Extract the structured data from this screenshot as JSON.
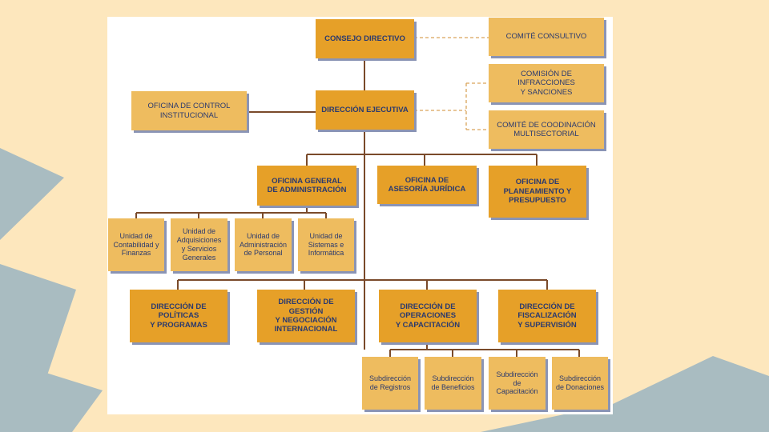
{
  "chart": {
    "colors": {
      "background": "#fde7bd",
      "shape": "#a9bcc1",
      "dark_box": "#e6a028",
      "light_box": "#eebc5f",
      "text": "#2b3a6e",
      "line": "#7a4a2a",
      "dashed": "#d9a45a"
    },
    "nodes": {
      "consejo": "CONSEJO DIRECTIVO",
      "comite_consultivo": "COMITÉ CONSULTIVO",
      "direccion_ejecutiva": "DIRECCIÓN EJECUTIVA",
      "oficina_control": "OFICINA DE CONTROL\nINSTITUCIONAL",
      "comision_infracciones": "COMISIÓN DE INFRACCIONES\nY SANCIONES",
      "comite_coordinacion": "COMITÉ DE COODINACIÓN\nMULTISECTORIAL",
      "oficina_administracion": "OFICINA GENERAL\nDE ADMINISTRACIÓN",
      "oficina_asesoria": "OFICINA DE\nASESORÍA JURÍDICA",
      "oficina_planeamiento": "OFICINA DE\nPLANEAMIENTO Y\nPRESUPUESTO",
      "unidad_contabilidad": "Unidad de\nContabilidad y\nFinanzas",
      "unidad_adquisiciones": "Unidad de\nAdquisiciones\ny Servicios\nGenerales",
      "unidad_personal": "Unidad de\nAdministración\nde Personal",
      "unidad_sistemas": "Unidad de\nSistemas e\nInformática",
      "direccion_politicas": "DIRECCIÓN DE POLÍTICAS\nY PROGRAMAS",
      "direccion_gestion": "DIRECCIÓN DE GESTIÓN\nY NEGOCIACIÓN\nINTERNACIONAL",
      "direccion_operaciones": "DIRECCIÓN DE\nOPERACIONES\nY CAPACITACIÓN",
      "direccion_fiscalizacion": "DIRECCIÓN DE\nFISCALIZACIÓN\nY SUPERVISIÓN",
      "sub_registros": "Subdirección\nde Registros",
      "sub_beneficios": "Subdirección\nde Beneficios",
      "sub_capacitacion": "Subdirección\nde Capacitación",
      "sub_donaciones": "Subdirección\nde Donaciones"
    }
  }
}
